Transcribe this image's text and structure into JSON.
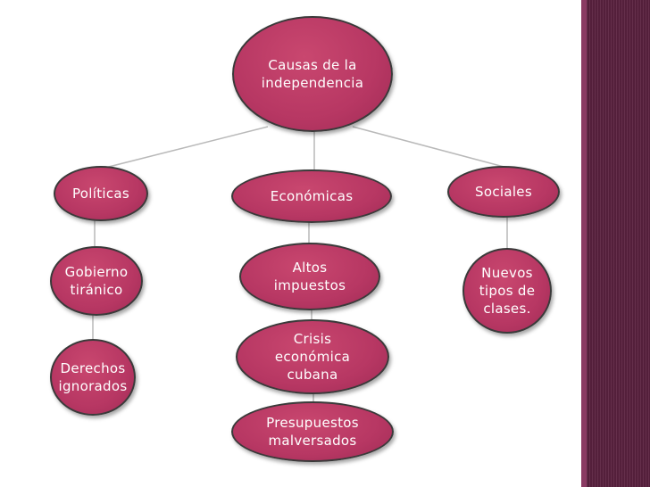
{
  "root": {
    "label": "Causas de  la\nindependencia"
  },
  "categories": {
    "politicas": "Políticas",
    "economicas": "Económicas",
    "sociales": "Sociales"
  },
  "politicas_children": {
    "gobierno": "Gobierno\ntiránico",
    "derechos": "Derechos\nignorados"
  },
  "economicas_children": {
    "altos": "Altos\nimpuestos",
    "crisis": "Crisis\neconómica\ncubana",
    "presupuestos": "Presupuestos\nmalversados"
  },
  "sociales_children": {
    "nuevos": "Nuevos\ntipos de\nclases."
  },
  "colors": {
    "node_fill": "#b73763",
    "node_border": "#3a3a3a",
    "connector": "#b9b9b9",
    "side_stripe": "#5b2240"
  }
}
